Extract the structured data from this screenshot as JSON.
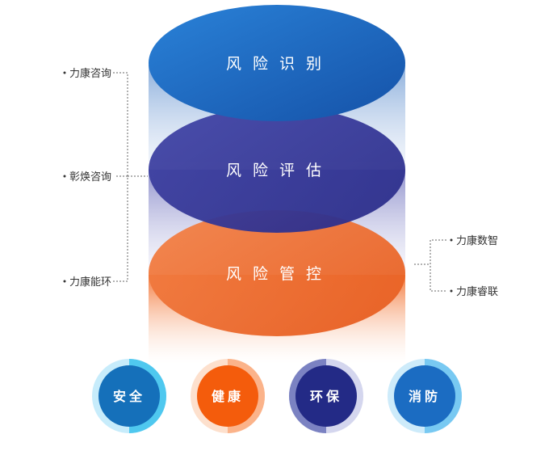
{
  "layers": [
    {
      "label": "风险识别",
      "color": "#1a66c2"
    },
    {
      "label": "风险评估",
      "color": "#34369c"
    },
    {
      "label": "风险管控",
      "color": "#f0662a"
    }
  ],
  "left_items": [
    "力康咨询",
    "彰焕咨询",
    "力康能环"
  ],
  "right_items": [
    "力康数智",
    "力康睿联"
  ],
  "domains": [
    {
      "label": "安全",
      "color": "#1570ba",
      "ring": "#4fc8ef"
    },
    {
      "label": "健康",
      "color": "#f45c0c",
      "ring": "#fbb38a"
    },
    {
      "label": "环保",
      "color": "#232a86",
      "ring": "#7b82c2"
    },
    {
      "label": "消防",
      "color": "#1b6cc2",
      "ring": "#78c9f2"
    }
  ]
}
